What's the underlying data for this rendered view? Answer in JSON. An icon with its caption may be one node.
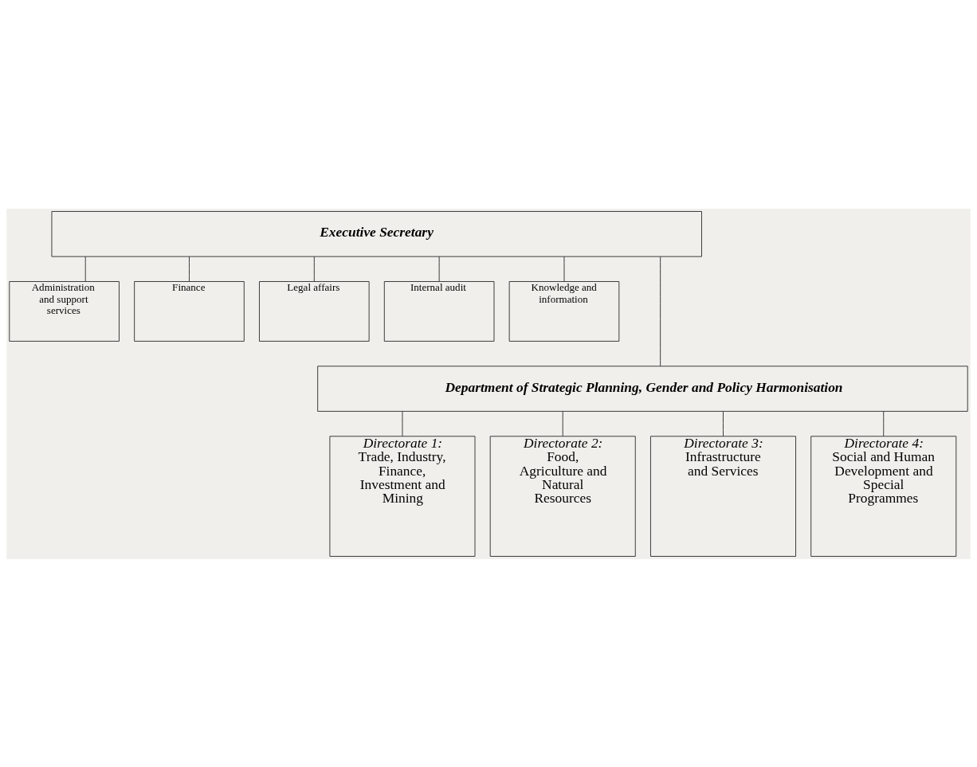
{
  "diagram": {
    "nodes": [
      {
        "text": [
          "Executive Secretary"
        ]
      },
      {
        "text": [
          "Administration and support services"
        ]
      },
      {
        "text": [
          "Finance"
        ]
      },
      {
        "text": [
          "Legal affairs"
        ]
      },
      {
        "text": [
          "Internal audit"
        ]
      },
      {
        "text": [
          "Knowledge and information"
        ]
      },
      {
        "text": [
          "Department of Strategic Planning, Gender and Policy Harmonisation"
        ]
      },
      {
        "text": [
          "Directorate 1:",
          "Trade, Industry, Finance, Investment and Mining"
        ]
      },
      {
        "text": [
          "Directorate 2:",
          "Food, Agriculture and Natural Resources"
        ]
      },
      {
        "text": [
          "Directorate 3:",
          "Infrastructure and Services"
        ]
      },
      {
        "text": [
          "Directorate 4:",
          "Social and Human Development and Special Programmes"
        ]
      }
    ],
    "edges": [
      {
        "from": 0,
        "to": 1,
        "arrow": "none"
      },
      {
        "from": 0,
        "to": 2,
        "arrow": "none"
      },
      {
        "from": 0,
        "to": 6,
        "arrow": "none"
      },
      {
        "from": 0,
        "to": 3,
        "arrow": "none"
      },
      {
        "from": 0,
        "to": 4,
        "arrow": "none"
      },
      {
        "from": 0,
        "to": 5,
        "arrow": "none"
      },
      {
        "from": 6,
        "to": 7,
        "arrow": "none"
      },
      {
        "from": 6,
        "to": 8,
        "arrow": "none"
      },
      {
        "from": 6,
        "to": 9,
        "arrow": "none"
      },
      {
        "from": 6,
        "to": 10,
        "arrow": "none"
      }
    ]
  }
}
